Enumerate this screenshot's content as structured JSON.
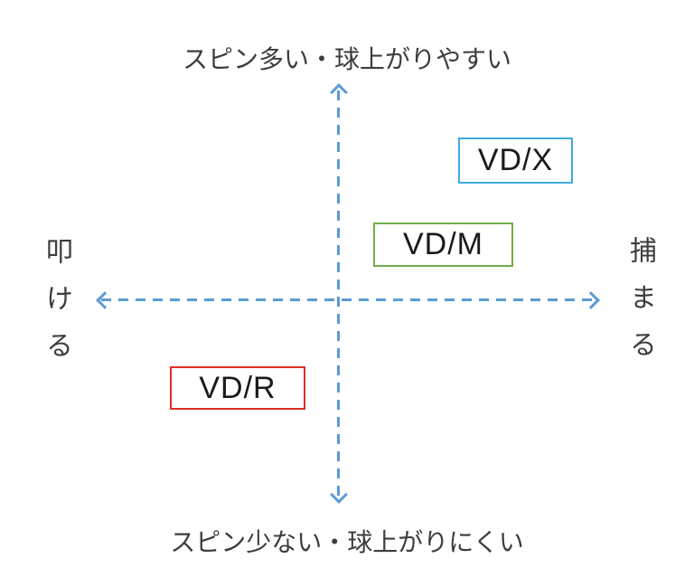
{
  "diagram": {
    "type": "quadrant-positioning-diagram",
    "axes": {
      "top_label": "スピン多い・球上がりやすい",
      "bottom_label": "スピン少ない・球上がりにくい",
      "left_label": "叩ける",
      "right_label": "捕まる"
    },
    "boxes": [
      {
        "label": "VD/X",
        "border_color": "#41aade",
        "position": "upper-right"
      },
      {
        "label": "VD/M",
        "border_color": "#70ad47",
        "position": "right-of-center-above-axis"
      },
      {
        "label": "VD/R",
        "border_color": "#e02d26",
        "position": "lower-left"
      }
    ],
    "colors": {
      "axis": "#5b9bd5",
      "label_text": "#3d3d3d",
      "box_text": "#1a1a1a",
      "background": "#ffffff"
    }
  }
}
